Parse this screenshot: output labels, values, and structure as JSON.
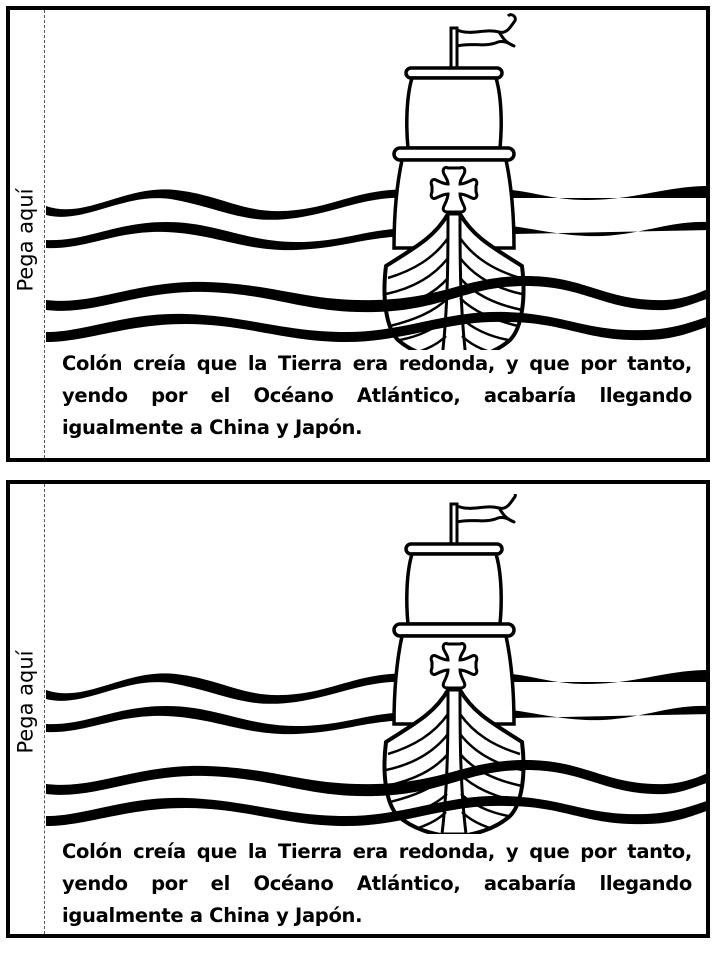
{
  "cards": [
    {
      "glue_label": "Pega aquí",
      "lines": [
        "Colón creía que la Tierra era redonda, y que por tanto,",
        "yendo por el Océano Atlántico,  acabaría llegando",
        "igualmente a China y Japón."
      ],
      "illustration": "ship-on-waves"
    },
    {
      "glue_label": "Pega aquí",
      "lines": [
        "Colón creía que la Tierra era redonda, y que por tanto,",
        "yendo por el Océano Atlántico,  acabaría llegando",
        "igualmente a China y Japón."
      ],
      "illustration": "ship-on-waves"
    }
  ],
  "colors": {
    "ink": "#000000",
    "paper": "#ffffff",
    "guide": "#555555"
  }
}
